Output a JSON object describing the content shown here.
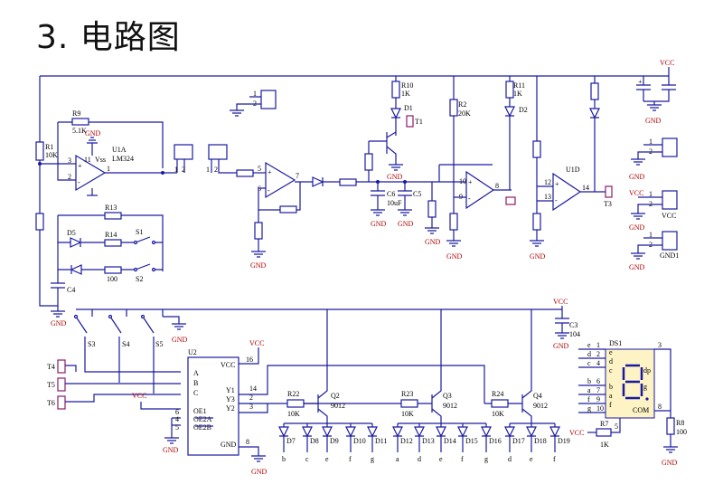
{
  "title": "3. 电路图",
  "labels": {
    "r1": "R1",
    "r1v": "10K",
    "r9": "R9",
    "r9v": "5.1K",
    "u1a": "U1A",
    "lm324": "LM324",
    "r13": "R13",
    "r14": "R14",
    "r_100": "100",
    "d5": "D5",
    "s1": "S1",
    "s2": "S2",
    "c4": "C4",
    "r10": "R10",
    "r10v": "1K",
    "d1": "D1",
    "t1": "T1",
    "r2": "R2",
    "r2v": "20K",
    "r11": "R11",
    "r11v": "1K",
    "d2": "D2",
    "c6": "C6",
    "c6v": "10uF",
    "c5": "C5",
    "u1d": "U1D",
    "t3": "T3",
    "c3": "C3",
    "c3v": "104",
    "s3": "S3",
    "s4": "S4",
    "s5": "S5",
    "t4": "T4",
    "t5": "T5",
    "t6": "T6",
    "u2": "U2",
    "r22": "R22",
    "r23": "R23",
    "r24": "R24",
    "r_10k": "10K",
    "q2": "Q2",
    "q3": "Q3",
    "q4": "Q4",
    "q9012": "9012",
    "ds1": "DS1",
    "r7": "R7",
    "r7v": "1K",
    "r8": "R8",
    "r8v": "100",
    "gnd": "GND",
    "vcc": "VCC",
    "gnd1": "GND1",
    "com": "COM",
    "vss": "Vss",
    "p11": "11",
    "u2_vcc": "VCC",
    "u2_gnd": "GND",
    "u2_a": "A",
    "u2_b": "B",
    "u2_c": "C",
    "u2_oe1": "OE1",
    "u2_oe2a": "OE2A",
    "u2_oe2b": "OE2B",
    "y1": "Y1",
    "y3": "Y3",
    "y2": "Y2",
    "p16": "16",
    "p14": "14",
    "p2": "2",
    "p3": "3",
    "p8": "8",
    "p1": "1",
    "p6": "6",
    "p4": "4",
    "p5": "5",
    "p7": "7",
    "p9": "9",
    "p10": "10",
    "p12": "12",
    "p13": "13",
    "n1": "1",
    "n2": "2",
    "diodes": [
      "D7",
      "D8",
      "D9",
      "D10",
      "D11",
      "D12",
      "D13",
      "D14",
      "D15",
      "D16",
      "D17",
      "D18",
      "D19"
    ],
    "seg_letters": [
      "b",
      "c",
      "e",
      "f",
      "g",
      "a",
      "d",
      "e",
      "f",
      "g",
      "d",
      "e",
      "f"
    ],
    "ds_pins": [
      {
        "seg": "e",
        "pin": "1"
      },
      {
        "seg": "d",
        "pin": "2"
      },
      {
        "seg": "c",
        "pin": "4"
      },
      {
        "seg": "b",
        "pin": "6"
      },
      {
        "seg": "a",
        "pin": "7"
      },
      {
        "seg": "f",
        "pin": "9"
      },
      {
        "seg": "g",
        "pin": "10"
      }
    ],
    "ds_inner": [
      "e",
      "d",
      "c",
      "dp",
      "b",
      "a",
      "f",
      "g"
    ],
    "ds_p3": "3",
    "ds_p8": "8",
    "ds_p5": "5"
  },
  "colors": {
    "wire": "#1a1aa0",
    "text": "#000000",
    "gnd_text": "#b00000",
    "test_point": "#8b1a6a",
    "display": "#fdf3c4"
  }
}
